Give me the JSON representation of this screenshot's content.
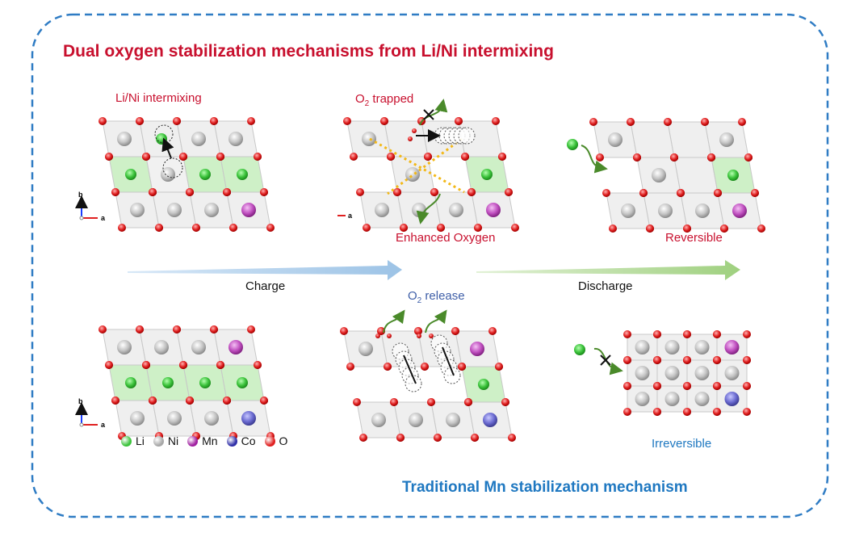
{
  "title_top": "Dual oxygen stabilization mechanisms from Li/Ni intermixing",
  "title_bottom": "Traditional Mn stabilization mechanism",
  "top_row": {
    "panel1_label": "Li/Ni intermixing",
    "panel2_label_prefix": "O",
    "panel2_label_sub": "2",
    "panel2_label_suffix": " trapped",
    "panel2_bottom_label": "Enhanced Oxygen",
    "panel3_label": "Reversible"
  },
  "arrows": {
    "charge_label": "Charge",
    "discharge_label": "Discharge"
  },
  "bottom_row": {
    "panel2_label_prefix": "O",
    "panel2_label_sub": "2",
    "panel2_label_suffix": " release",
    "panel3_label": "Irreversible"
  },
  "axes": {
    "b": "b",
    "a": "a"
  },
  "legend": [
    {
      "name": "Li",
      "color": "#3cc33c"
    },
    {
      "name": "Ni",
      "color": "#a8a8a8"
    },
    {
      "name": "Mn",
      "color": "#a020a0"
    },
    {
      "name": "Co",
      "color": "#3030a8"
    },
    {
      "name": "O",
      "color": "#e02020"
    }
  ],
  "colors": {
    "frame": "#2f7cc4",
    "title_top": "#c8102e",
    "title_bottom": "#1f78c1",
    "charge_arrow": "#9cc3e6",
    "discharge_arrow": "#a8d48c",
    "li_layer": "#cdeec4"
  }
}
